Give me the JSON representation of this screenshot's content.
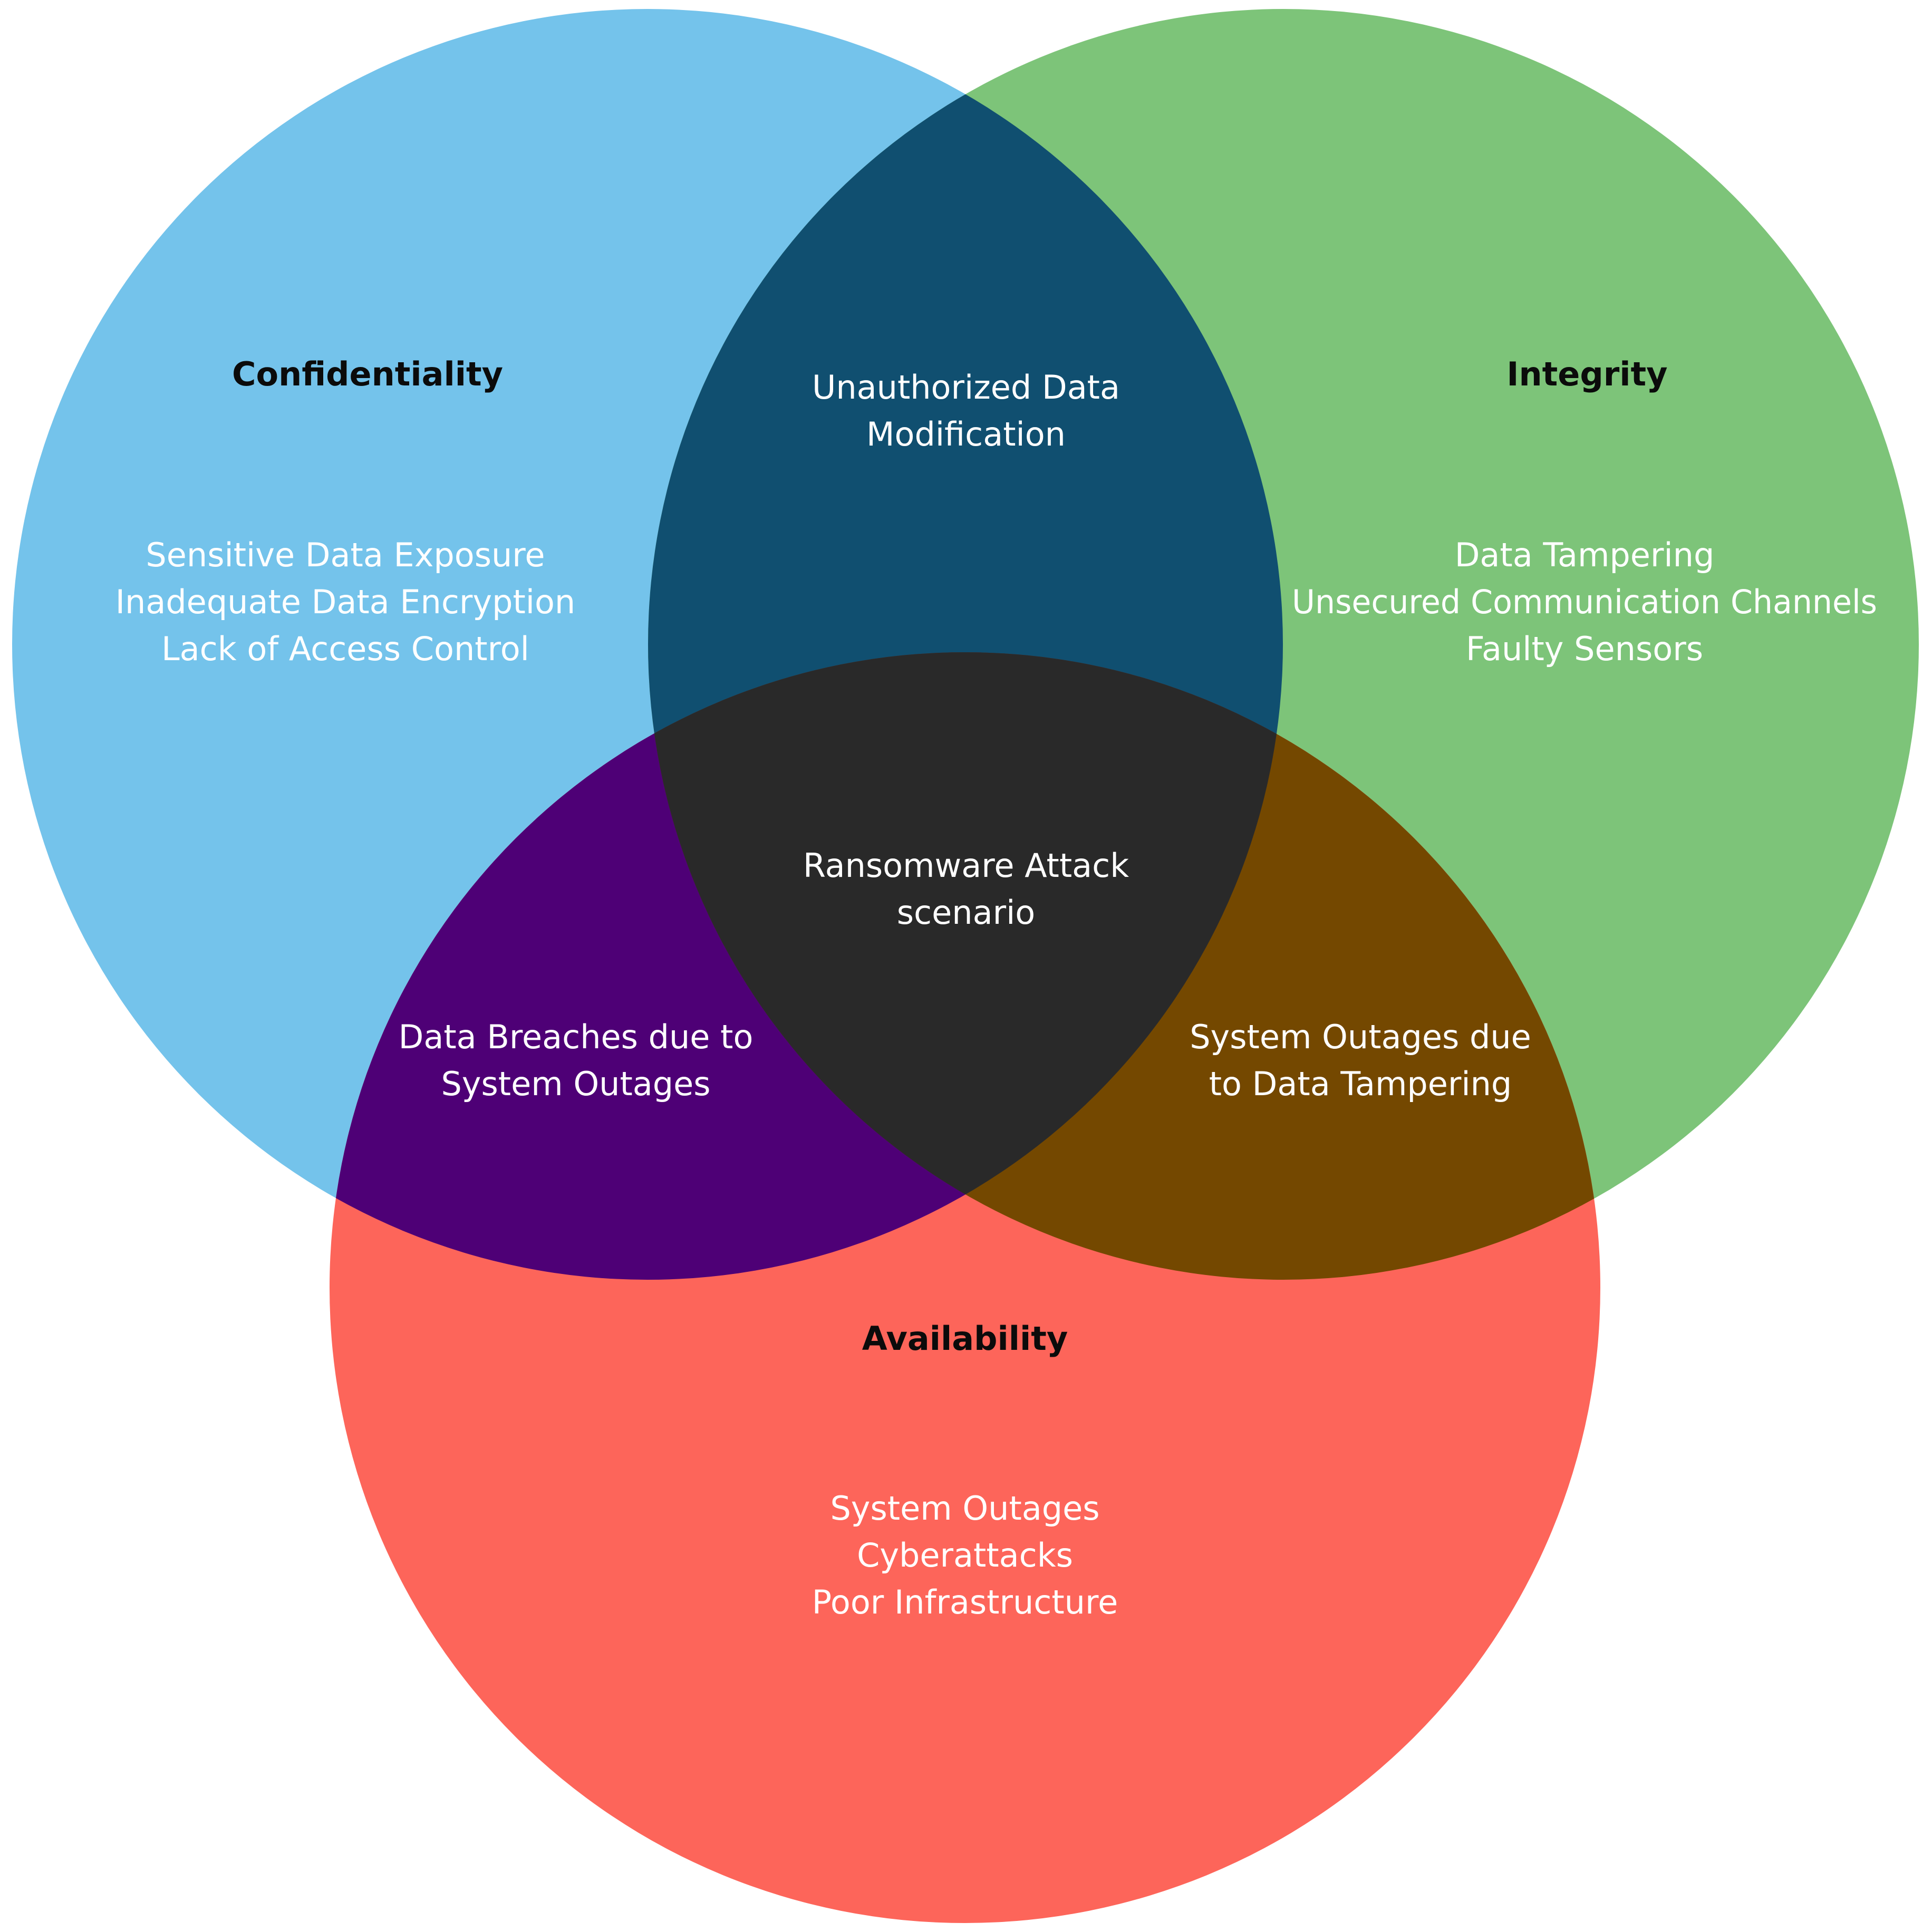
{
  "colors": {
    "confidentiality": "#74c3eb",
    "integrity": "#7dc479",
    "availability": "#fd655a",
    "conf_integ": "#104f70",
    "conf_avail": "#4e0076",
    "integ_avail": "#744800",
    "center": "#292929"
  },
  "sets": {
    "confidentiality": {
      "title": "Confidentiality",
      "items": [
        "Sensitive Data Exposure",
        "Inadequate Data Encryption",
        "Lack of Access Control"
      ]
    },
    "integrity": {
      "title": "Integrity",
      "items": [
        "Data Tampering",
        "Unsecured Communication Channels",
        "Faulty Sensors"
      ]
    },
    "availability": {
      "title": "Availability",
      "items": [
        "System Outages",
        "Cyberattacks",
        "Poor Infrastructure"
      ]
    }
  },
  "intersections": {
    "conf_integ": [
      "Unauthorized Data",
      "Modification"
    ],
    "conf_avail": [
      "Data Breaches due to",
      "System Outages"
    ],
    "integ_avail": [
      "System Outages due",
      "to Data Tampering"
    ],
    "center": [
      "Ransomware Attack",
      "scenario"
    ]
  }
}
